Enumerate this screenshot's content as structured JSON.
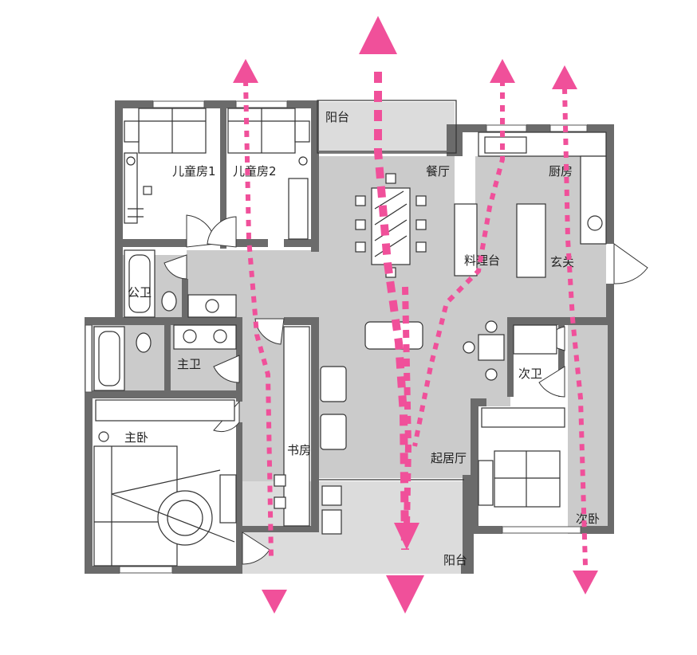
{
  "rooms": {
    "balcony_top": "阳台",
    "kids_room_1": "儿童房1",
    "kids_room_2": "儿童房2",
    "dining": "餐厅",
    "kitchen": "厨房",
    "prep_counter": "料理台",
    "entrance": "玄关",
    "public_bath": "公卫",
    "master_bath": "主卫",
    "second_bath": "次卫",
    "master_bedroom": "主卧",
    "study": "书房",
    "living_room": "起居厅",
    "second_bedroom": "次卧",
    "balcony_bottom": "阳台"
  },
  "colors": {
    "wall": "#6b6b6b",
    "floor": "#cbcbcb",
    "flow_arrow": "#f0509a"
  }
}
